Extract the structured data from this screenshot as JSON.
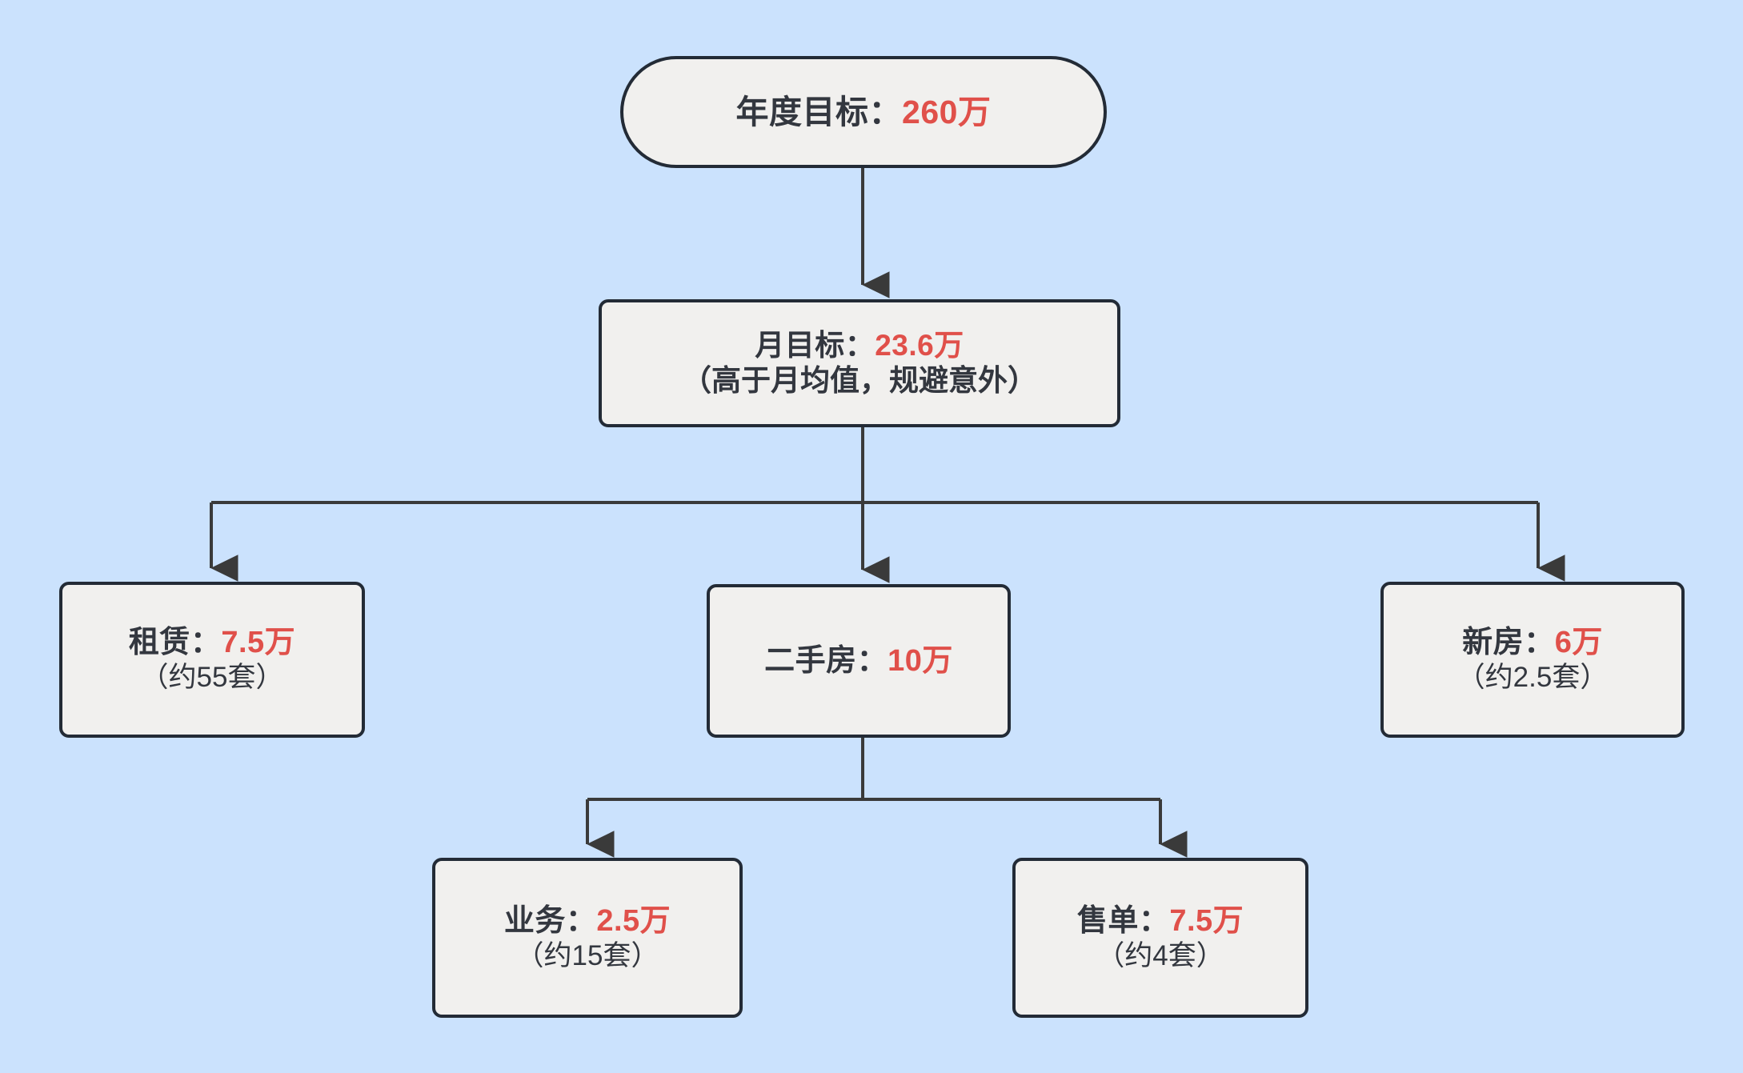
{
  "canvas": {
    "background_color": "#cbe2fd",
    "node_fill": "#f1f0ee",
    "node_border": "#232b36",
    "accent_color": "#e0504a",
    "text_color": "#33373f"
  },
  "chart_data": {
    "type": "diagram",
    "diagram_kind": "flowchart-tree",
    "direction": "top-down",
    "nodes": [
      {
        "id": "annual",
        "shape": "stadium",
        "label": "年度目标：",
        "value": "260万",
        "sub": ""
      },
      {
        "id": "monthly",
        "shape": "rounded-rect",
        "label": "月目标：",
        "value": "23.6万",
        "sub": "（高于月均值，规避意外）"
      },
      {
        "id": "rental",
        "shape": "rounded-rect",
        "label": "租赁：",
        "value": "7.5万",
        "sub": "（约55套）"
      },
      {
        "id": "secondhand",
        "shape": "rounded-rect",
        "label": "二手房：",
        "value": "10万",
        "sub": ""
      },
      {
        "id": "newhouse",
        "shape": "rounded-rect",
        "label": "新房：",
        "value": "6万",
        "sub": "（约2.5套）"
      },
      {
        "id": "business",
        "shape": "rounded-rect",
        "label": "业务：",
        "value": "2.5万",
        "sub": "（约15套）"
      },
      {
        "id": "sales",
        "shape": "rounded-rect",
        "label": "售单：",
        "value": "7.5万",
        "sub": "（约4套）"
      }
    ],
    "edges": [
      {
        "from": "annual",
        "to": "monthly"
      },
      {
        "from": "monthly",
        "to": "rental"
      },
      {
        "from": "monthly",
        "to": "secondhand"
      },
      {
        "from": "monthly",
        "to": "newhouse"
      },
      {
        "from": "secondhand",
        "to": "business"
      },
      {
        "from": "secondhand",
        "to": "sales"
      }
    ]
  },
  "nodes": {
    "annual": {
      "label": "年度目标：",
      "value": "260万"
    },
    "monthly": {
      "label": "月目标：",
      "value": "23.6万",
      "sub": "（高于月均值，规避意外）"
    },
    "rental": {
      "label": "租赁：",
      "value": "7.5万",
      "sub": "（约55套）"
    },
    "secondhand": {
      "label": "二手房：",
      "value": "10万"
    },
    "newhouse": {
      "label": "新房：",
      "value": "6万",
      "sub": "（约2.5套）"
    },
    "business": {
      "label": "业务：",
      "value": "2.5万",
      "sub": "（约15套）"
    },
    "sales": {
      "label": "售单：",
      "value": "7.5万",
      "sub": "（约4套）"
    }
  }
}
